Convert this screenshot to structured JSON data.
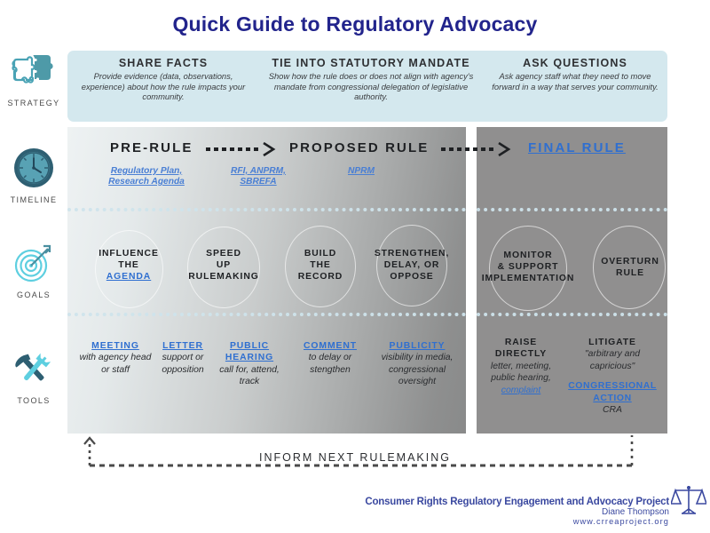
{
  "title": "Quick Guide to Regulatory Advocacy",
  "brand": {
    "navy": "#22248c",
    "link_blue": "#2f6fd0",
    "teal": "#4aa3b5",
    "banner_bg": "#d4e8ee"
  },
  "rail": {
    "items": [
      {
        "label": "STRATEGY",
        "icon": "puzzle-icon"
      },
      {
        "label": "TIMELINE",
        "icon": "clock-icon"
      },
      {
        "label": "GOALS",
        "icon": "target-icon"
      },
      {
        "label": "TOOLS",
        "icon": "tools-icon"
      }
    ]
  },
  "strategy": {
    "columns": [
      {
        "heading": "SHARE FACTS",
        "body": "Provide evidence (data, observations, experience) about how the rule impacts your community."
      },
      {
        "heading": "TIE INTO STATUTORY MANDATE",
        "body": "Show how the rule does or does not align with agency's mandate from congressional delegation of legislative authority."
      },
      {
        "heading": "ASK QUESTIONS",
        "body": "Ask agency staff what they need to move forward in a way that serves your community."
      }
    ]
  },
  "timeline": {
    "stages": [
      {
        "label": "PRE-RULE",
        "is_link": false
      },
      {
        "label": "PROPOSED RULE",
        "is_link": false
      },
      {
        "label": "FINAL RULE",
        "is_link": true
      }
    ],
    "links": [
      "Regulatory Plan,\nResearch Agenda",
      "RFI, ANPRM,\nSBREFA",
      "NPRM"
    ]
  },
  "goals": {
    "items": [
      {
        "line1": "INFLUENCE",
        "line2": "THE",
        "line3": "AGENDA",
        "line3_link": true
      },
      {
        "line1": "SPEED",
        "line2": "UP",
        "line3": "RULEMAKING",
        "line3_link": false
      },
      {
        "line1": "BUILD",
        "line2": "THE",
        "line3": "RECORD",
        "line3_link": false
      },
      {
        "line1": "STRENGTHEN,",
        "line2": "DELAY, OR",
        "line3": "OPPOSE",
        "line3_link": false
      },
      {
        "line1": "MONITOR",
        "line2": "& SUPPORT",
        "line3": "IMPLEMENTATION",
        "line3_link": false
      },
      {
        "line1": "OVERTURN",
        "line2": "RULE",
        "line3": "",
        "line3_link": false
      }
    ]
  },
  "tools": {
    "items": [
      {
        "heading": "MEETING",
        "heading_link": true,
        "body": "with agency head or staff"
      },
      {
        "heading": "LETTER",
        "heading_link": true,
        "body": "support or opposition"
      },
      {
        "heading": "PUBLIC HEARING",
        "heading_link": true,
        "body": "call for, attend, track"
      },
      {
        "heading": "COMMENT",
        "heading_link": true,
        "body": "to delay or stengthen"
      },
      {
        "heading": "PUBLICITY",
        "heading_link": true,
        "body": "visibility in media, congressional oversight"
      },
      {
        "heading": "RAISE DIRECTLY",
        "heading_link": false,
        "body": "letter, meeting, public hearing,",
        "body_link": "complaint"
      },
      {
        "heading": "LITIGATE",
        "heading_link": false,
        "body": "\"arbitrary and capricious\"",
        "sub_link": "CONGRESSIONAL ACTION",
        "sub_body": "CRA"
      }
    ]
  },
  "loop": {
    "label": "INFORM NEXT RULEMAKING"
  },
  "footer": {
    "org": "Consumer Rights Regulatory Engagement and Advocacy Project",
    "author": "Diane Thompson",
    "website": "www.crreaproject.org",
    "logo": "scales-of-justice-icon"
  }
}
